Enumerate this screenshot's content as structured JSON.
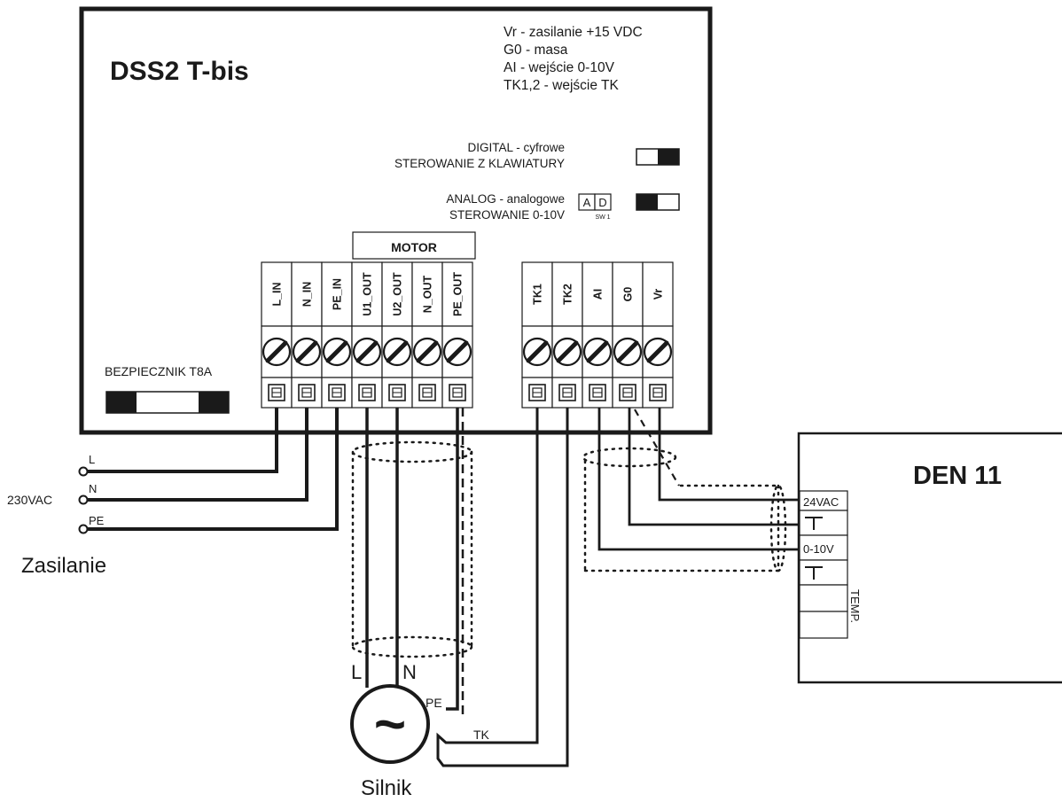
{
  "device": {
    "title": "DSS2 T-bis",
    "legend": [
      "Vr - zasilanie +15 VDC",
      "G0 - masa",
      "AI - wejście 0-10V",
      "TK1,2 - wejście TK"
    ],
    "digital_line1": "DIGITAL - cyfrowe",
    "digital_line2": "STEROWANIE Z KLAWIATURY",
    "analog_line1": "ANALOG - analogowe",
    "analog_line2": "STEROWANIE 0-10V",
    "switch_a": "A",
    "switch_d": "D",
    "switch_name": "SW 1",
    "fuse_label": "BEZPIECZNIK T8A",
    "motor_group": "MOTOR",
    "terminals_left": [
      "L_IN",
      "N_IN",
      "PE_IN",
      "U1_OUT",
      "U2_OUT",
      "N_OUT",
      "PE_OUT"
    ],
    "terminals_right": [
      "TK1",
      "TK2",
      "AI",
      "G0",
      "Vr"
    ]
  },
  "supply": {
    "l": "L",
    "n": "N",
    "pe": "PE",
    "voltage": "230VAC",
    "caption": "Zasilanie"
  },
  "motor": {
    "l": "L",
    "n": "N",
    "pe": "PE",
    "tk": "TK",
    "symbol": "~",
    "caption": "Silnik"
  },
  "den": {
    "title": "DEN 11",
    "t_24vac": "24VAC",
    "t_010v": "0-10V",
    "temp": "TEMP."
  }
}
